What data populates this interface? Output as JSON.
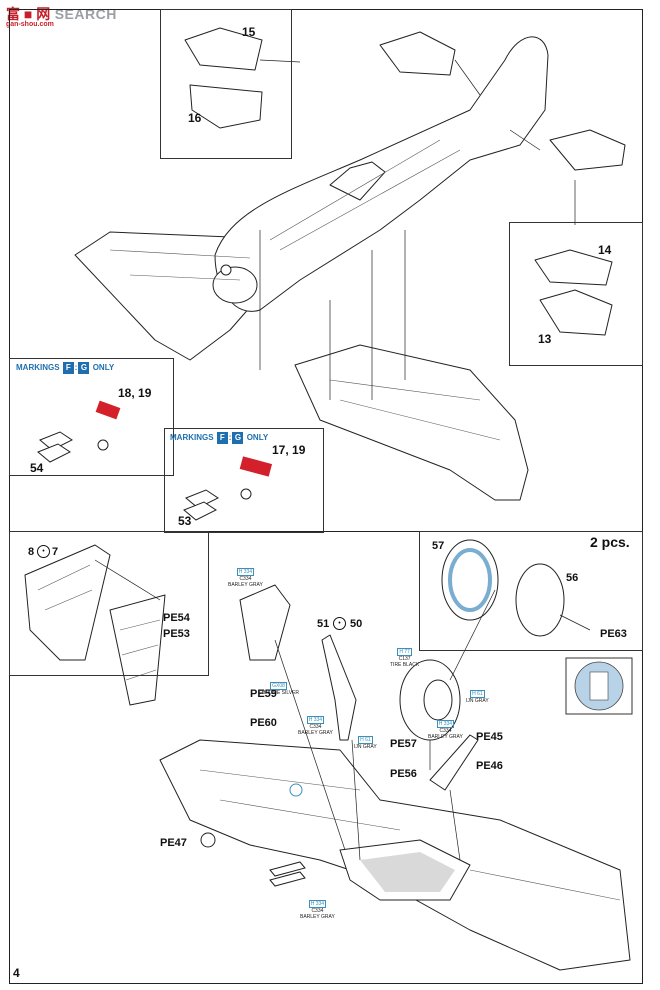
{
  "watermark": {
    "brand": "富 ■ 网",
    "search": "SEARCH",
    "url": "gan-shou.com"
  },
  "page_number": "4",
  "top_section": {
    "inset_rudder": {
      "part_a": "15",
      "part_b": "16"
    },
    "inset_elevator": {
      "part_a": "14",
      "part_b": "13"
    },
    "markings_left": {
      "prefix": "MARKINGS",
      "code1": "F",
      "code2": "G",
      "suffix": "ONLY",
      "parts": "18, 19",
      "pe": "54"
    },
    "markings_right": {
      "prefix": "MARKINGS",
      "code1": "F",
      "code2": "G",
      "suffix": "ONLY",
      "parts": "17, 19",
      "pe": "53"
    }
  },
  "bottom_section": {
    "qty": "2 pcs.",
    "parts": {
      "p8": "8",
      "p7": "7",
      "pe54": "PE54",
      "pe53": "PE53",
      "p51": "51",
      "p50": "50",
      "pe59": "PE59",
      "pe60": "PE60",
      "pe57": "PE57",
      "pe56": "PE56",
      "pe45": "PE45",
      "pe46": "PE46",
      "pe47": "PE47",
      "p57": "57",
      "p56": "56",
      "pe63": "PE63"
    },
    "paints": {
      "barley1": {
        "code": "H 334",
        "line2": "C334",
        "line3": "BARLEY GRAY"
      },
      "chrome": {
        "code": "GX08",
        "line2": "CHROME SILVER"
      },
      "barley2": {
        "code": "H 334",
        "line2": "C334",
        "line3": "BARLEY GRAY"
      },
      "ungray1": {
        "code": "H 61",
        "line2": "IJN GRAY"
      },
      "tire": {
        "code": "H 77",
        "line2": "C137",
        "line3": "TIRE BLACK"
      },
      "ungray2": {
        "code": "H 61",
        "line2": "IJN GRAY"
      },
      "barley3": {
        "code": "H 334",
        "line2": "C334",
        "line3": "BARLEY GRAY"
      },
      "barley4": {
        "code": "H 334",
        "line2": "C334",
        "line3": "BARLEY GRAY"
      }
    }
  }
}
